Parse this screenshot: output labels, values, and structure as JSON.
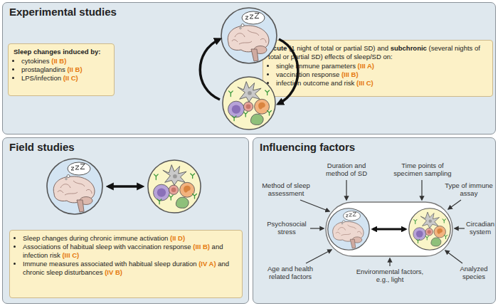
{
  "diagram": {
    "nodes": [
      {
        "text": [
          "Experimental studies"
        ]
      },
      {
        "text": [
          "Sleep changes induced by:",
          "cytokines (II B)",
          "prostaglandins (II B)",
          "LPS/infection (II C)"
        ],
        "in": 0
      },
      {
        "text": [
          "Acute (1 night of total or partial SD) and subchronic (several nights of total or partial SD) effects of sleep/SD on:",
          "single immune parameters (III A)",
          "vaccination response (III B)",
          "infection outcome and risk (III C)"
        ],
        "in": 0
      },
      {
        "text": [
          "Field studies"
        ]
      },
      {
        "text": [
          "Sleep changes during chronic immune activation (II D)",
          "Associations of habitual sleep with vaccination response (III B) and infection risk (III C)",
          "Immune measures associated with habitual sleep duration (IV A) and chronic sleep disturbances (IV B)"
        ],
        "in": 3
      },
      {
        "text": [
          "Influencing factors"
        ]
      }
    ],
    "labels": [
      "Duration and method of SD",
      "Time points of specimen sampling",
      "Method of sleep assessment",
      "Type of immune assay",
      "Psychosocial stress",
      "Circadian system",
      "Age and health related factors",
      "Environmental factors, e.g., light",
      "Analyzed species"
    ]
  }
}
